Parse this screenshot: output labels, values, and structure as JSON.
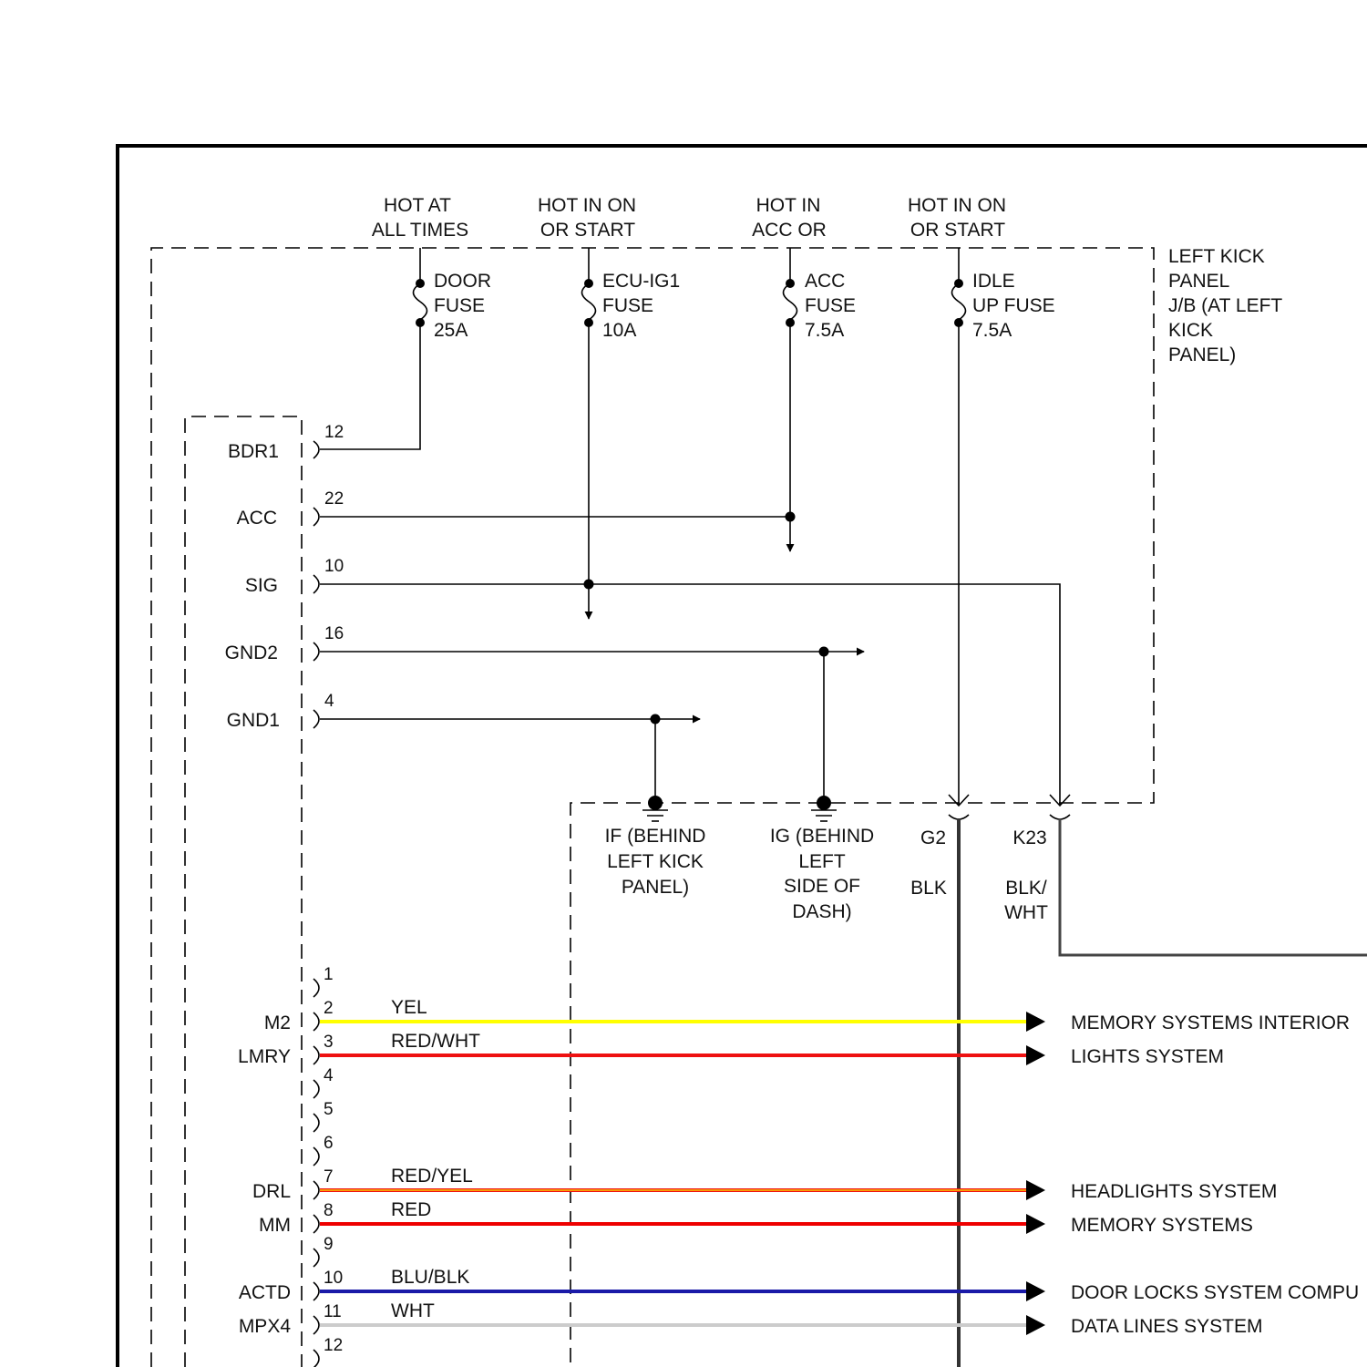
{
  "sources": [
    {
      "line1": "HOT AT",
      "line2": "ALL TIMES"
    },
    {
      "line1": "HOT IN ON",
      "line2": "OR START"
    },
    {
      "line1": "HOT IN",
      "line2": "ACC OR"
    },
    {
      "line1": "HOT IN ON",
      "line2": "OR START"
    }
  ],
  "fuses": [
    {
      "lines": [
        "DOOR",
        "FUSE",
        "25A"
      ]
    },
    {
      "lines": [
        "ECU-IG1",
        "FUSE",
        "10A"
      ]
    },
    {
      "lines": [
        "ACC",
        "FUSE",
        "7.5A"
      ]
    },
    {
      "lines": [
        "IDLE",
        "UP FUSE",
        "7.5A"
      ]
    }
  ],
  "junction_block": {
    "lines": [
      "LEFT KICK",
      "PANEL",
      "J/B (AT LEFT",
      "KICK",
      "PANEL)"
    ]
  },
  "module_pins_top": [
    {
      "name": "BDR1",
      "pin": "12"
    },
    {
      "name": "ACC",
      "pin": "22"
    },
    {
      "name": "SIG",
      "pin": "10"
    },
    {
      "name": "GND2",
      "pin": "16"
    },
    {
      "name": "GND1",
      "pin": "4"
    }
  ],
  "grounds": [
    {
      "lines": [
        "IF (BEHIND",
        "LEFT KICK",
        "PANEL)"
      ]
    },
    {
      "lines": [
        "IG (BEHIND",
        "LEFT",
        "SIDE OF",
        "DASH)"
      ]
    }
  ],
  "connectors": [
    {
      "id": "G2",
      "color": "BLK"
    },
    {
      "id": "K23",
      "color_line1": "BLK/",
      "color_line2": "WHT"
    }
  ],
  "lower_pins": [
    {
      "pin": "1",
      "name": "",
      "wire": "",
      "dest": "",
      "color": ""
    },
    {
      "pin": "2",
      "name": "M2",
      "wire": "YEL",
      "dest": "MEMORY SYSTEMS INTERIOR",
      "color": "#ffff00"
    },
    {
      "pin": "3",
      "name": "LMRY",
      "wire": "RED/WHT",
      "dest": "LIGHTS SYSTEM",
      "color": "#ee1111"
    },
    {
      "pin": "4",
      "name": "",
      "wire": "",
      "dest": "",
      "color": ""
    },
    {
      "pin": "5",
      "name": "",
      "wire": "",
      "dest": "",
      "color": ""
    },
    {
      "pin": "6",
      "name": "",
      "wire": "",
      "dest": "",
      "color": ""
    },
    {
      "pin": "7",
      "name": "DRL",
      "wire": "RED/YEL",
      "dest": "HEADLIGHTS SYSTEM",
      "color": "#ee1111",
      "stripe": "#ffee00"
    },
    {
      "pin": "8",
      "name": "MM",
      "wire": "RED",
      "dest": "MEMORY SYSTEMS",
      "color": "#ee0000"
    },
    {
      "pin": "9",
      "name": "",
      "wire": "",
      "dest": "",
      "color": ""
    },
    {
      "pin": "10",
      "name": "ACTD",
      "wire": "BLU/BLK",
      "dest": "DOOR LOCKS SYSTEM COMPU",
      "color": "#1a1aa8"
    },
    {
      "pin": "11",
      "name": "MPX4",
      "wire": "WHT",
      "dest": "DATA LINES SYSTEM",
      "color": "#cccccc"
    },
    {
      "pin": "12",
      "name": "",
      "wire": "",
      "dest": "",
      "color": ""
    }
  ]
}
